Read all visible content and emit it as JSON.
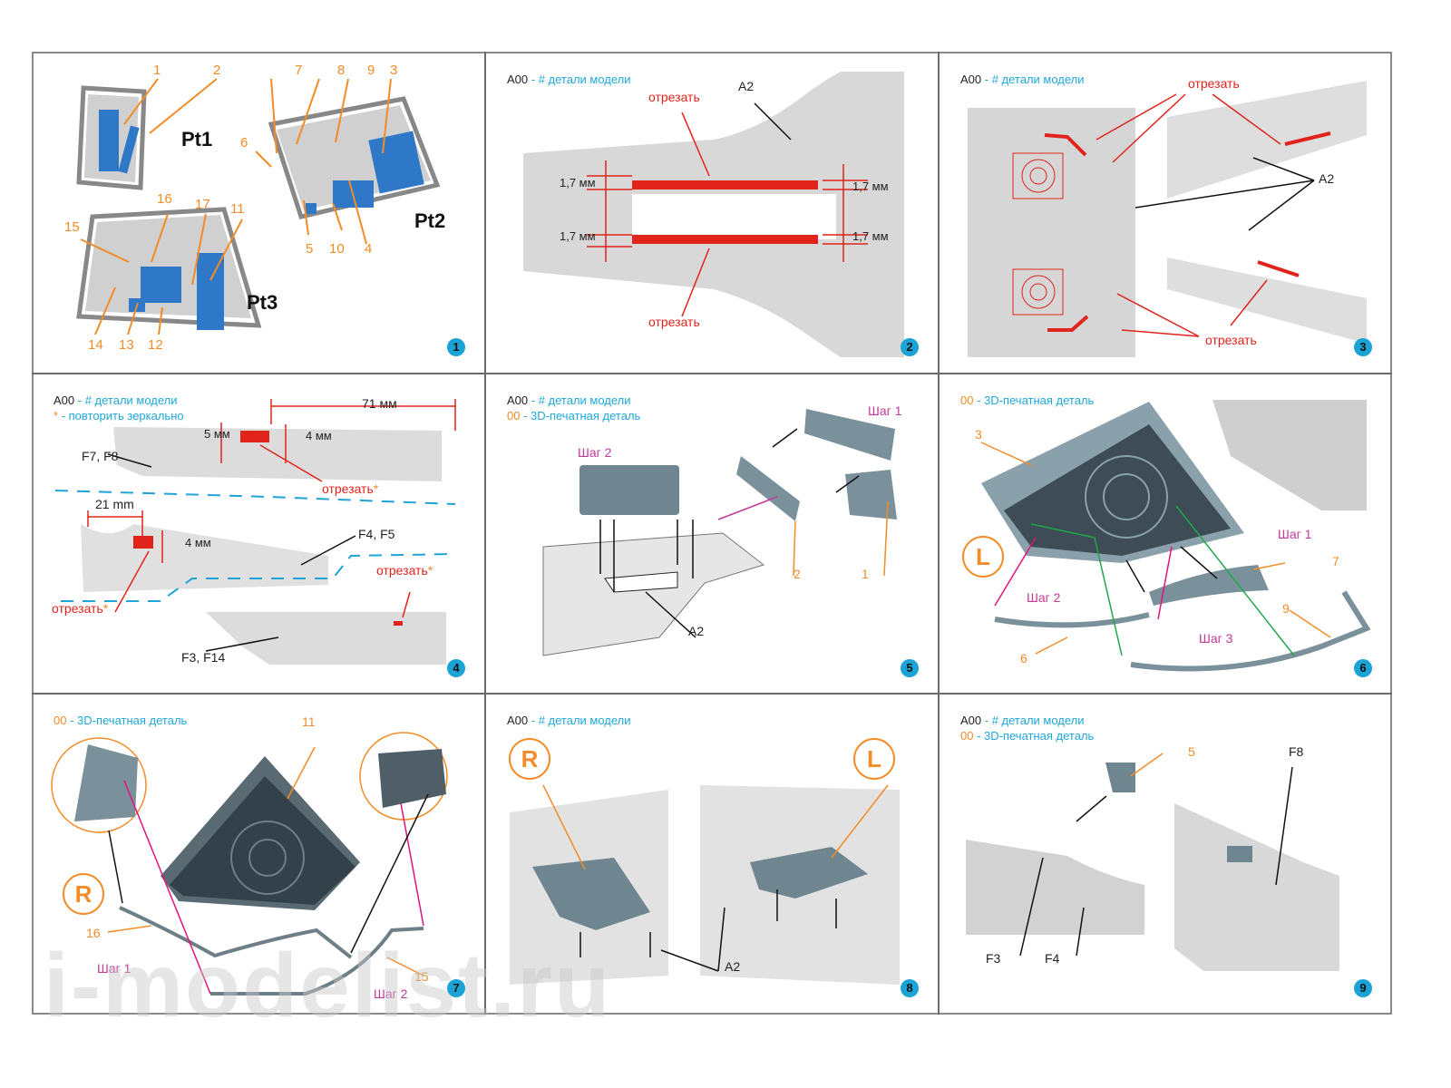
{
  "legend": {
    "model_parts_key": "A00",
    "model_parts_text": " - # детали модели",
    "printed_key": "00",
    "printed_text": " - 3D-печатная деталь",
    "mirror_key": "*",
    "mirror_text": " - повторить зеркально"
  },
  "panels": [
    {
      "step": "1",
      "labels": {
        "pt1": "Pt1",
        "pt2": "Pt2",
        "pt3": "Pt3"
      },
      "parts": [
        "1",
        "2",
        "3",
        "4",
        "5",
        "6",
        "7",
        "8",
        "9",
        "10",
        "11",
        "12",
        "13",
        "14",
        "15",
        "16",
        "17"
      ]
    },
    {
      "step": "2",
      "part": "A2",
      "cut_top": "отрезать",
      "cut_bottom": "отрезать",
      "dims": [
        "1,7 мм",
        "1,7 мм",
        "1,7 мм",
        "1,7 мм"
      ]
    },
    {
      "step": "3",
      "part": "A2",
      "cut_top": "отрезать",
      "cut_bottom": "отрезать"
    },
    {
      "step": "4",
      "dim_71": "71 мм",
      "dim_5": "5 мм",
      "dim_4a": "4 мм",
      "dim_21": "21 mm",
      "dim_4b": "4 мм",
      "part_f7f8": "F7, F8",
      "part_f4f5": "F4, F5",
      "part_f3f14": "F3, F14",
      "cut1": "отрезать",
      "cut2": "отрезать",
      "cut3": "отрезать",
      "star": "*"
    },
    {
      "step": "5",
      "step1": "Шаг 1",
      "step2": "Шаг 2",
      "part_a2": "A2",
      "part_1": "1",
      "part_2": "2"
    },
    {
      "step": "6",
      "side": "L",
      "part_3": "3",
      "part_6": "6",
      "part_7": "7",
      "part_9": "9",
      "step1": "Шаг 1",
      "step2": "Шаг 2",
      "step3": "Шаг 3"
    },
    {
      "step": "7",
      "side": "R",
      "part_11": "11",
      "part_15": "15",
      "part_16": "16",
      "step1": "Шаг 1",
      "step2": "Шаг 2"
    },
    {
      "step": "8",
      "side_r": "R",
      "side_l": "L",
      "part_a2": "A2"
    },
    {
      "step": "9",
      "part_5": "5",
      "part_f3": "F3",
      "part_f4": "F4",
      "part_f8": "F8"
    }
  ],
  "watermark": "i-modelist.ru"
}
